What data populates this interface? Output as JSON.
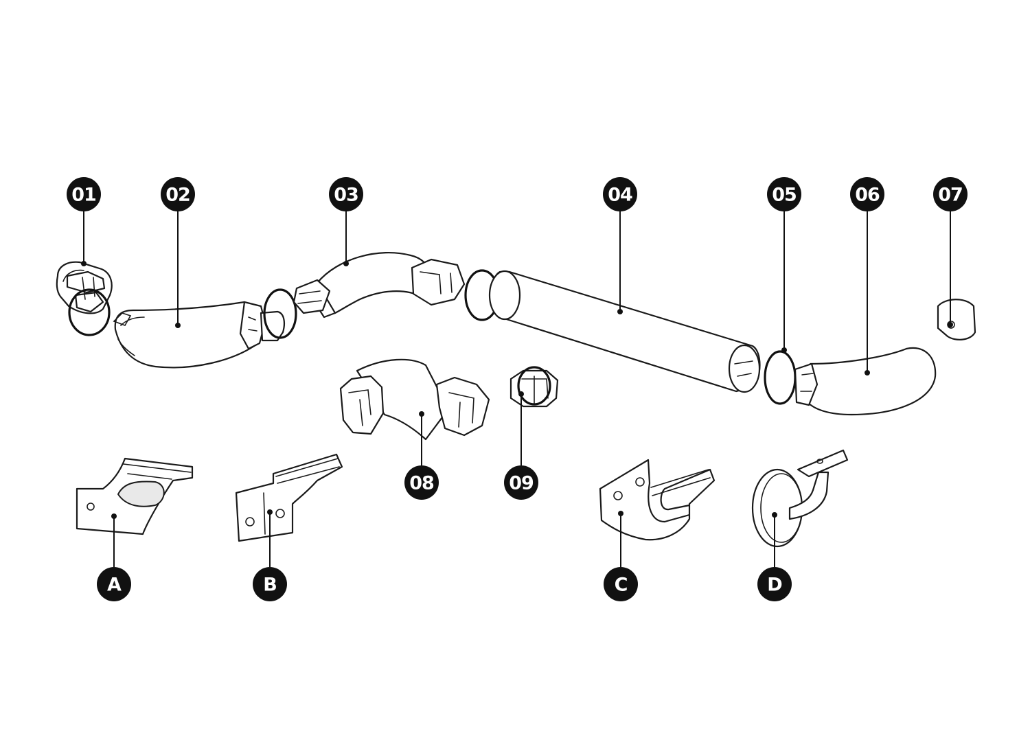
{
  "labels": {
    "p01": "01",
    "p02": "02",
    "p03": "03",
    "p04": "04",
    "p05": "05",
    "p06": "06",
    "p07": "07",
    "p08": "08",
    "p09": "09",
    "bA": "A",
    "bB": "B",
    "bC": "C",
    "bD": "D"
  },
  "colors": {
    "line": "#1a1a1a",
    "badge": "#111111",
    "badge_text": "#ffffff",
    "background": "#ffffff"
  }
}
